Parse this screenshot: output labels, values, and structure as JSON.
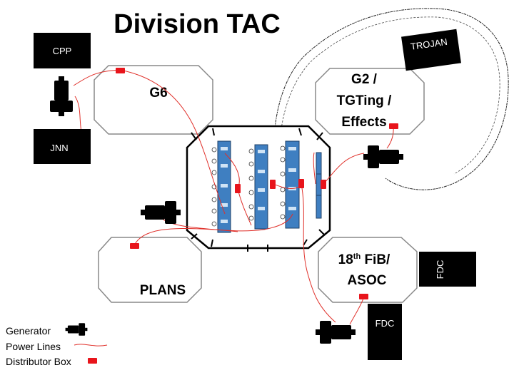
{
  "title": "Division TAC",
  "rooms": {
    "g6": "G6",
    "g2_line1": "G2 /",
    "g2_line2": "TGTing /",
    "g2_line3": "Effects",
    "fib_main": "18",
    "fib_sup": "th",
    "fib_rest": " FiB/",
    "fib_line2": "ASOC",
    "plans": "PLANS"
  },
  "units": {
    "cpp": "CPP",
    "jnn": "JNN",
    "trojan": "TROJAN",
    "fdc_right": "FDC",
    "fdc_bottom": "FDC"
  },
  "legend": {
    "generator": "Generator",
    "power_lines": "Power Lines",
    "distributor_box": "Distributor Box"
  },
  "colors": {
    "wire": "#e0302a",
    "distributor": "#e8141b",
    "equipment_rack": "#3f7fc1",
    "unit_box": "#000000"
  }
}
